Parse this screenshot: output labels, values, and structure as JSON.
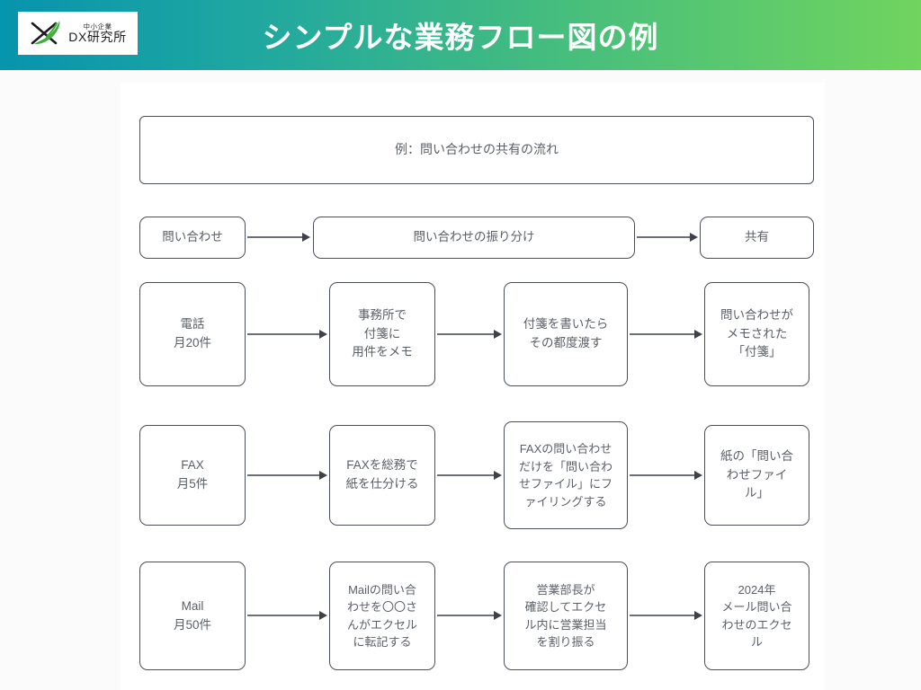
{
  "header": {
    "title": "シンプルな業務フロー図の例",
    "gradient_from": "#0794ad",
    "gradient_to": "#70d45e",
    "logo": {
      "top_text": "中小企業",
      "main_text": "DX研究所",
      "mark_icon": "x-swoosh-logo-icon",
      "mark_color_green": "#3fae3b",
      "mark_color_dark": "#1c1c1c"
    }
  },
  "diagram": {
    "title_box": {
      "label": "例：問い合わせの共有の流れ"
    },
    "stage_row": {
      "boxes": [
        {
          "label": "問い合わせ"
        },
        {
          "label": "問い合わせの振り分け"
        },
        {
          "label": "共有"
        }
      ]
    },
    "rows": [
      {
        "name": "phone-row",
        "boxes": [
          {
            "label": "電話\n月20件"
          },
          {
            "label": "事務所で\n付箋に\n用件をメモ"
          },
          {
            "label": "付箋を書いたら\nその都度渡す"
          },
          {
            "label": "問い合わせが\nメモされた\n「付箋」"
          }
        ]
      },
      {
        "name": "fax-row",
        "boxes": [
          {
            "label": "FAX\n月5件"
          },
          {
            "label": "FAXを総務で\n紙を仕分ける"
          },
          {
            "label": "FAXの問い合わせ\nだけを「問い合わ\nせファイル」にフ\nァイリングする"
          },
          {
            "label": "紙の「問い合\nわせファイ\nル」"
          }
        ]
      },
      {
        "name": "mail-row",
        "boxes": [
          {
            "label": "Mail\n月50件"
          },
          {
            "label": "Mailの問い合\nわせを〇〇さ\nんがエクセル\nに転記する"
          },
          {
            "label": "営業部長が\n確認してエクセ\nル内に営業担当\nを割り振る"
          },
          {
            "label": "2024年\nメール問い合\nわせのエクセ\nル"
          }
        ]
      }
    ],
    "box_border_color": "#4a4f57",
    "box_text_color": "#5a5f66",
    "arrow_color": "#6b7078"
  }
}
